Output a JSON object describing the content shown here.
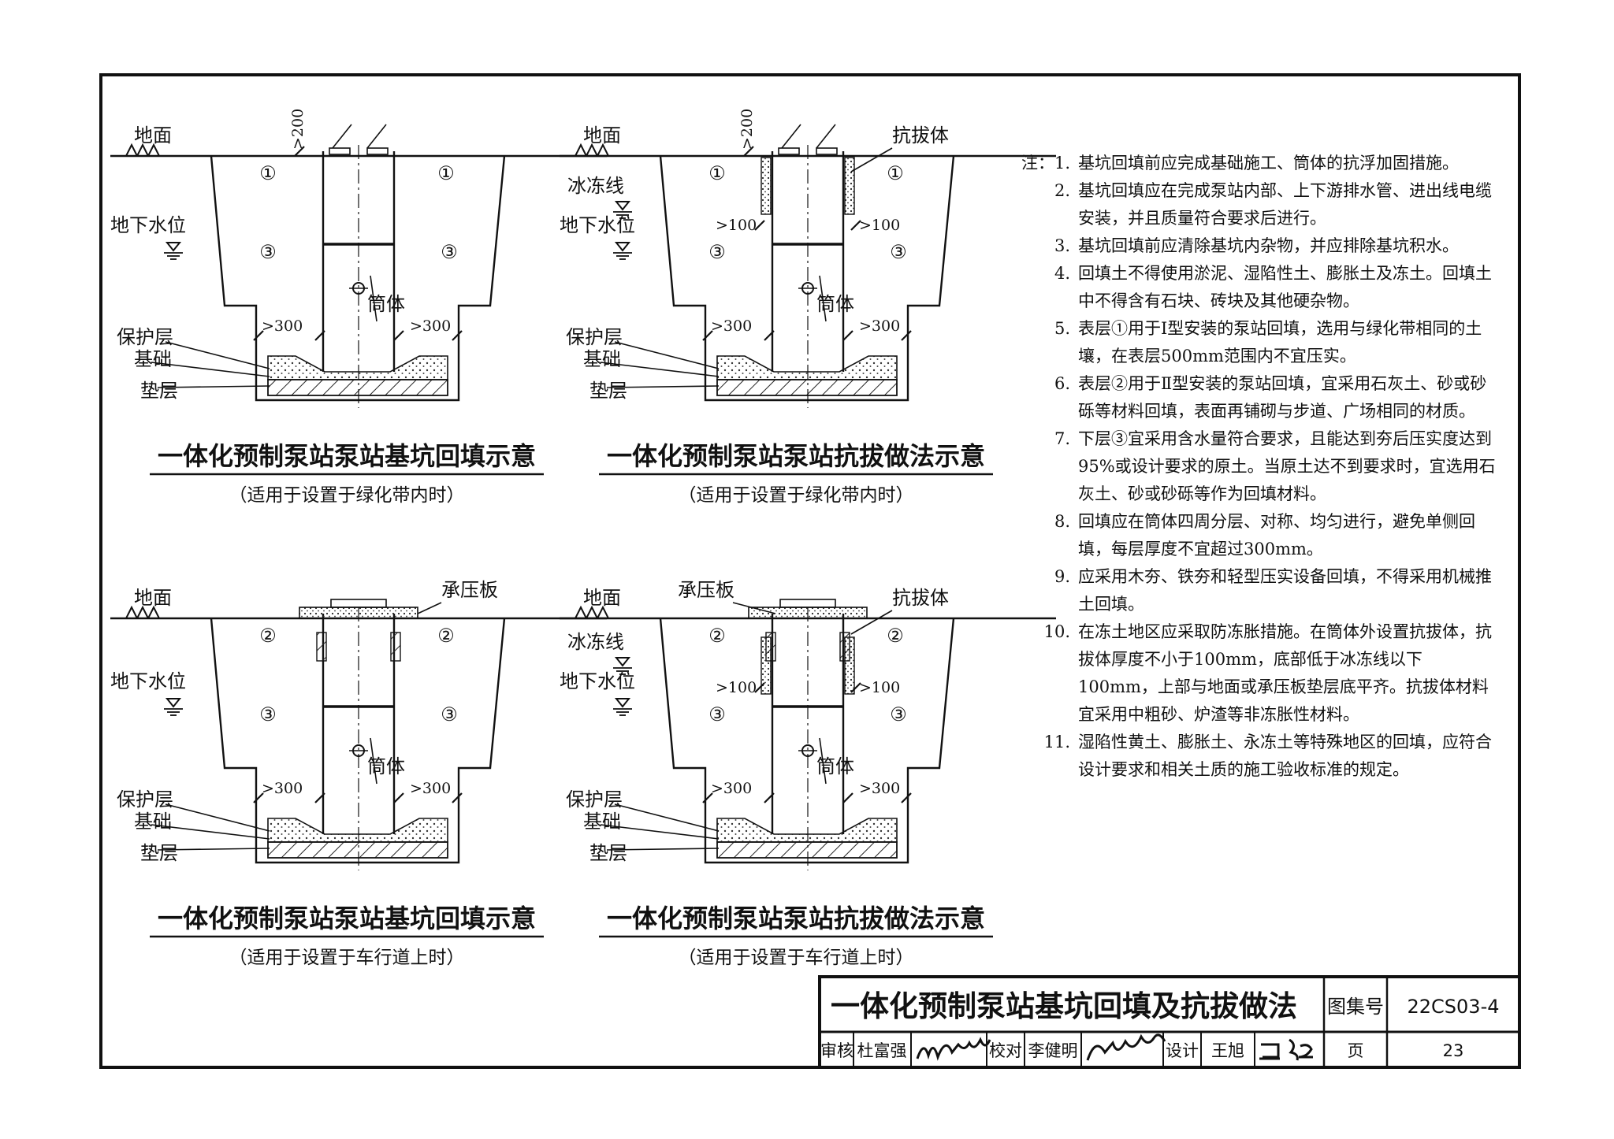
{
  "labels": {
    "ground": "地面",
    "groundwater": "地下水位",
    "frost_line": "冰冻线",
    "protective_layer": "保护层",
    "foundation": "基础",
    "cushion": "垫层",
    "barrel": "筒体",
    "anti_uplift": "抗拔体",
    "bearing_plate": "承压板",
    "layer1": "①",
    "layer2": "②",
    "layer3": "③",
    "dim_200": ">200",
    "dim_300": ">300",
    "dim_100": ">100"
  },
  "diagrams": [
    {
      "title": "一体化预制泵站泵站基坑回填示意",
      "subtitle": "（适用于设置于绿化带内时）"
    },
    {
      "title": "一体化预制泵站泵站抗拔做法示意",
      "subtitle": "（适用于设置于绿化带内时）"
    },
    {
      "title": "一体化预制泵站泵站基坑回填示意",
      "subtitle": "（适用于设置于车行道上时）"
    },
    {
      "title": "一体化预制泵站泵站抗拔做法示意",
      "subtitle": "（适用于设置于车行道上时）"
    }
  ],
  "notes": {
    "prefix": "注：",
    "items": [
      {
        "num": "1.",
        "text": "基坑回填前应完成基础施工、筒体的抗浮加固措施。"
      },
      {
        "num": "2.",
        "text": "基坑回填应在完成泵站内部、上下游排水管、进出线电缆安装，并且质量符合要求后进行。"
      },
      {
        "num": "3.",
        "text": "基坑回填前应清除基坑内杂物，并应排除基坑积水。"
      },
      {
        "num": "4.",
        "text": "回填土不得使用淤泥、湿陷性土、膨胀土及冻土。回填土中不得含有石块、砖块及其他硬杂物。"
      },
      {
        "num": "5.",
        "text": "表层①用于Ⅰ型安装的泵站回填，选用与绿化带相同的土壤，在表层500mm范围内不宜压实。"
      },
      {
        "num": "6.",
        "text": "表层②用于Ⅱ型安装的泵站回填，宜采用石灰土、砂或砂砾等材料回填，表面再铺砌与步道、广场相同的材质。"
      },
      {
        "num": "7.",
        "text": "下层③宜采用含水量符合要求，且能达到夯后压实度达到95%或设计要求的原土。当原土达不到要求时，宜选用石灰土、砂或砂砾等作为回填材料。"
      },
      {
        "num": "8.",
        "text": "回填应在筒体四周分层、对称、均匀进行，避免单侧回填，每层厚度不宜超过300mm。"
      },
      {
        "num": "9.",
        "text": "应采用木夯、铁夯和轻型压实设备回填，不得采用机械推土回填。"
      },
      {
        "num": "10.",
        "text": "在冻土地区应采取防冻胀措施。在筒体外设置抗拔体，抗拔体厚度不小于100mm，底部低于冰冻线以下100mm，上部与地面或承压板垫层底平齐。抗拔体材料宜采用中粗砂、炉渣等非冻胀性材料。"
      },
      {
        "num": "11.",
        "text": "湿陷性黄土、膨胀土、永冻土等特殊地区的回填，应符合设计要求和相关土质的施工验收标准的规定。"
      }
    ]
  },
  "title_block": {
    "title": "一体化预制泵站基坑回填及抗拔做法",
    "atlas_label": "图集号",
    "atlas_no": "22CS03-4",
    "review_label": "审核",
    "reviewer": "杜富强",
    "check_label": "校对",
    "checker": "李健明",
    "design_label": "设计",
    "designer": "王旭",
    "page_label": "页",
    "page_no": "23"
  }
}
